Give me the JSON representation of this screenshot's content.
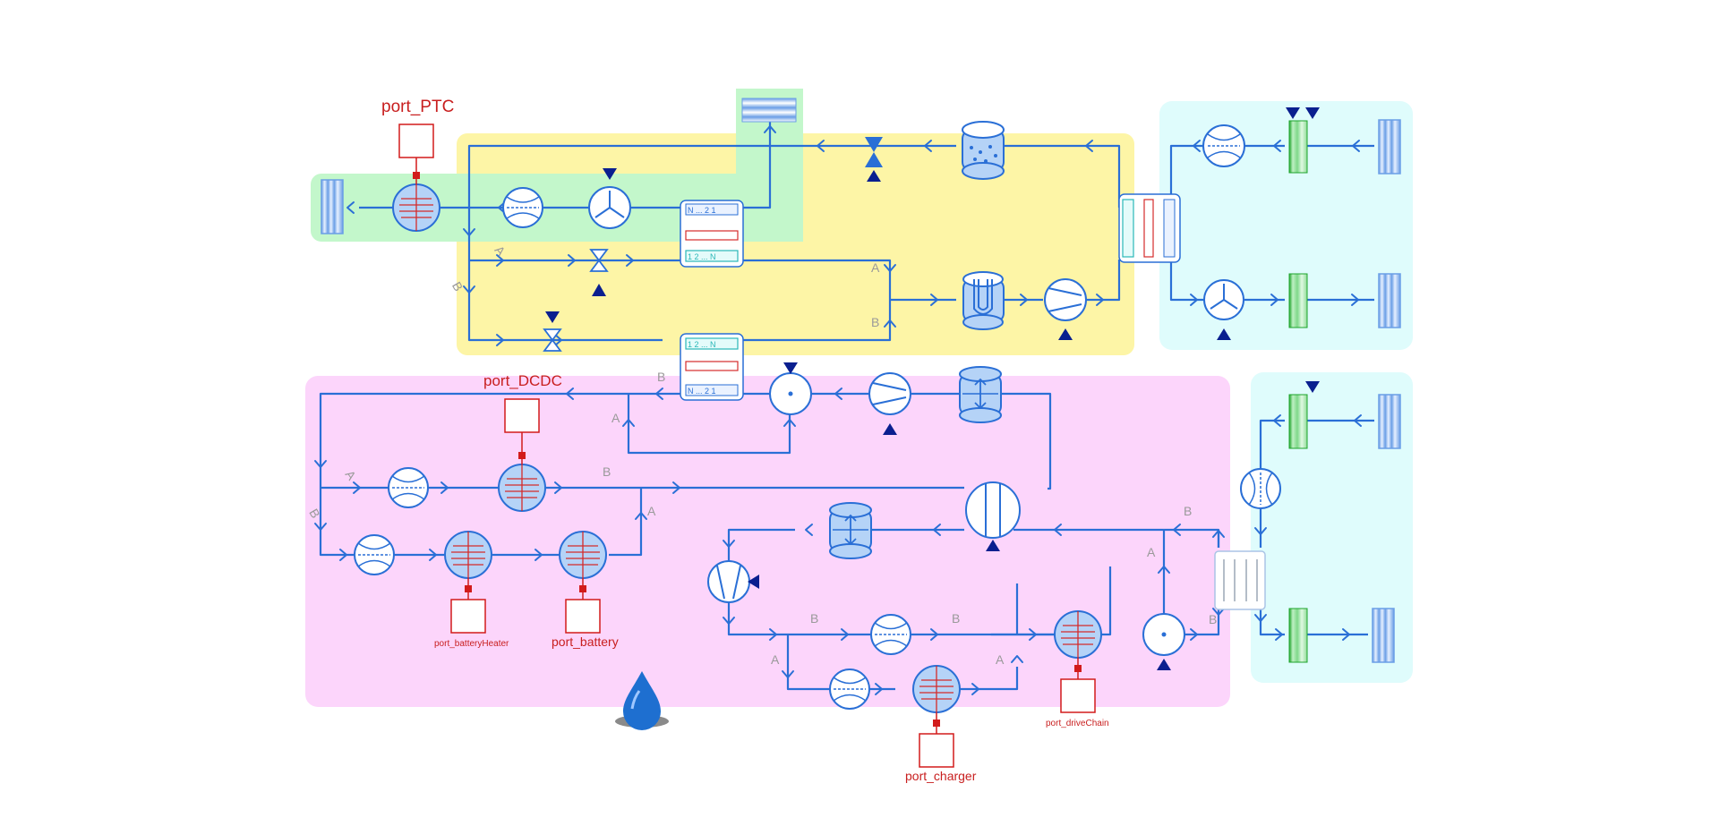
{
  "ports": {
    "ptc": "port_PTC",
    "dcdc": "port_DCDC",
    "battery_heater": "port_batteryHeater",
    "battery": "port_battery",
    "charger": "port_charger",
    "drive_chain": "port_driveChain"
  },
  "valve_port_labels": {
    "a": "A",
    "b": "B"
  },
  "colors": {
    "refrigerant_region": "#fdf5a6",
    "cabin_air_region": "#c3f7cb",
    "coolant_region": "#fcd5fb",
    "ambient_air_region": "#dffcfc",
    "pipe": "#2a6fd6",
    "component_fill": "#b5d3f7",
    "control_triangle": "#0a1f8f",
    "heat_port": "#d21b1b",
    "coolant_drop": "#1e6fd0"
  },
  "icons": [
    "heat-exchanger-icon",
    "fan-icon",
    "pump-icon",
    "compressor-icon",
    "accumulator-icon",
    "receiver-icon",
    "expansion-tank-icon",
    "expansion-valve-icon",
    "three-way-valve-icon",
    "flow-sensor-icon",
    "air-boundary-icon",
    "radiator-icon",
    "coolant-drop-icon"
  ]
}
